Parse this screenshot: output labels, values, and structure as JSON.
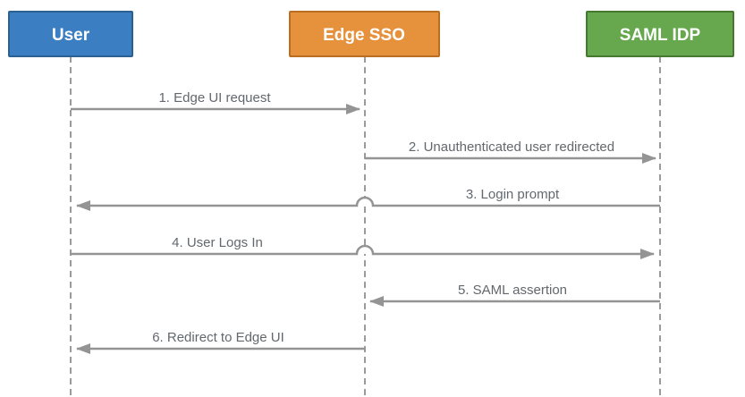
{
  "diagram": {
    "type": "sequence-diagram",
    "background": "#ffffff",
    "line_color": "#949494",
    "label_color": "#62686e",
    "actors": [
      {
        "label": "User",
        "fill": "#3b7ec1",
        "border": "#2d6092",
        "text_color": "#ffffff"
      },
      {
        "label": "Edge SSO",
        "fill": "#e6913c",
        "border": "#b96e22",
        "text_color": "#ffffff"
      },
      {
        "label": "SAML IDP",
        "fill": "#67a84f",
        "border": "#457930",
        "text_color": "#ffffff"
      }
    ],
    "messages": [
      {
        "label": "1. Edge UI request",
        "from": "User",
        "to": "Edge SSO"
      },
      {
        "label": "2. Unauthenticated user redirected",
        "from": "Edge SSO",
        "to": "SAML IDP"
      },
      {
        "label": "3. Login prompt",
        "from": "SAML IDP",
        "to": "User"
      },
      {
        "label": "4. User Logs In",
        "from": "User",
        "to": "SAML IDP"
      },
      {
        "label": "5. SAML assertion",
        "from": "SAML IDP",
        "to": "Edge SSO"
      },
      {
        "label": "6. Redirect to Edge UI",
        "from": "Edge SSO",
        "to": "User"
      }
    ]
  }
}
